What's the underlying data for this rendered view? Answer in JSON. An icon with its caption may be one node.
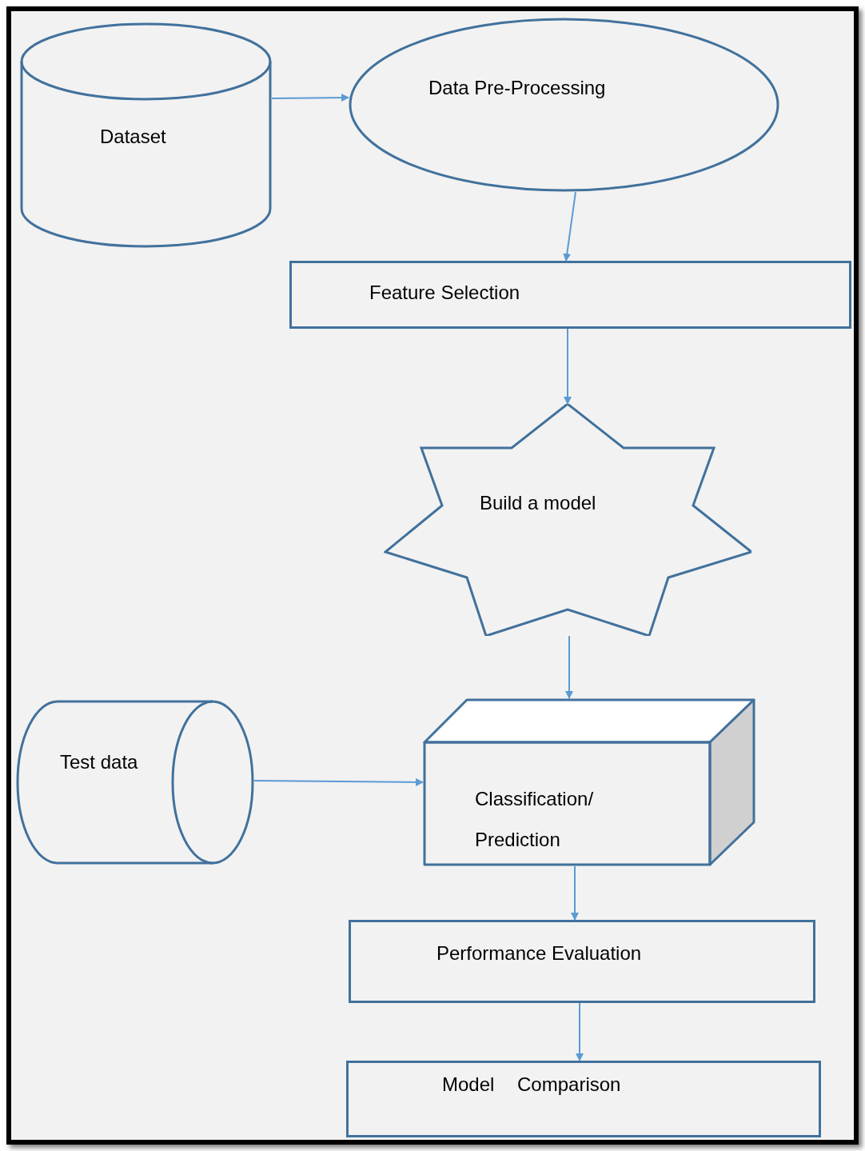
{
  "diagram": {
    "nodes": [
      {
        "text": [
          "Dataset"
        ]
      },
      {
        "text": [
          "Data Pre-Processing"
        ]
      },
      {
        "text": [
          "Feature Selection"
        ]
      },
      {
        "text": [
          "Build a model"
        ]
      },
      {
        "text": [
          "Test data"
        ]
      },
      {
        "text": [
          "Classification/ Prediction"
        ]
      },
      {
        "text": [
          "Performance Evaluation"
        ]
      },
      {
        "text": [
          "Model Comparison"
        ]
      }
    ],
    "edges": [
      {
        "from": 0,
        "to": 1,
        "arrow": "to"
      },
      {
        "from": 1,
        "to": 2,
        "arrow": "to"
      },
      {
        "from": 2,
        "to": 3,
        "arrow": "to"
      },
      {
        "from": 3,
        "to": 5,
        "arrow": "to"
      },
      {
        "from": 4,
        "to": 5,
        "arrow": "to"
      },
      {
        "from": 5,
        "to": 6,
        "arrow": "to"
      },
      {
        "from": 6,
        "to": 7,
        "arrow": "to"
      }
    ]
  }
}
